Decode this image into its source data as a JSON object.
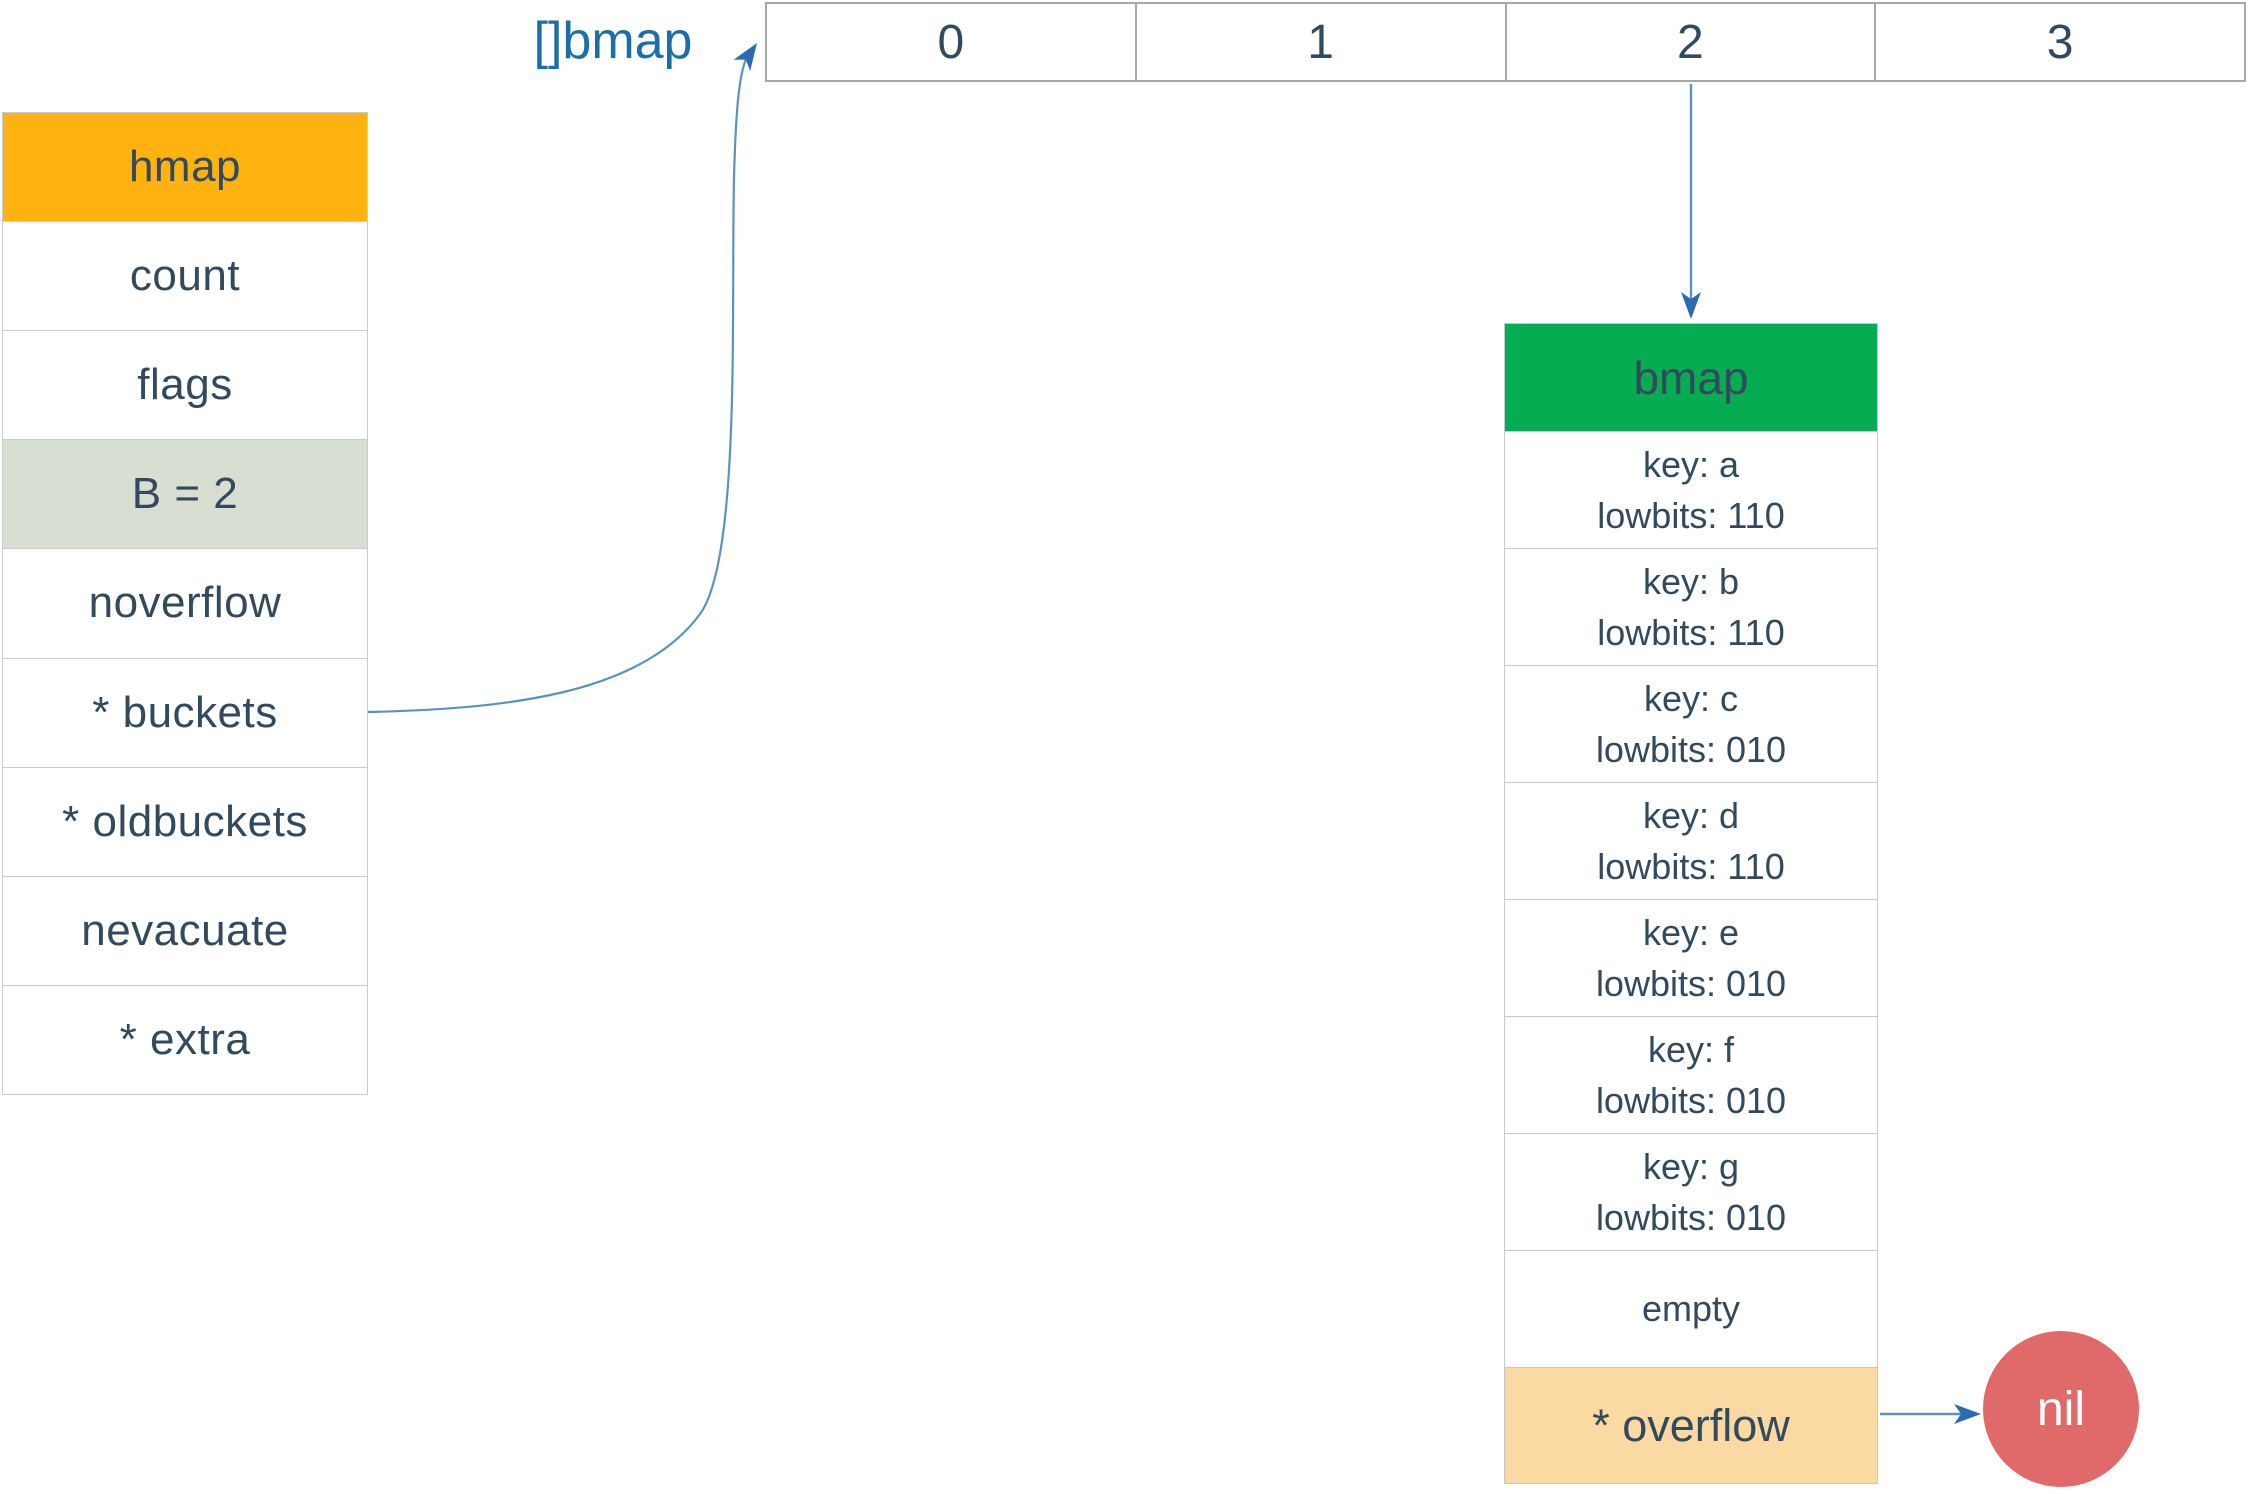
{
  "array_label": "[]bmap",
  "bucket_array": {
    "cells": [
      "0",
      "1",
      "2",
      "3"
    ]
  },
  "hmap_table": {
    "header": "hmap",
    "rows": [
      {
        "label": "count"
      },
      {
        "label": "flags"
      },
      {
        "label": "B = 2"
      },
      {
        "label": "noverflow"
      },
      {
        "label": "* buckets"
      },
      {
        "label": "* oldbuckets"
      },
      {
        "label": "nevacuate"
      },
      {
        "label": "* extra"
      }
    ]
  },
  "bmap_table": {
    "header": "bmap",
    "entries": [
      {
        "key": "key: a",
        "lowbits": "lowbits: 110"
      },
      {
        "key": "key: b",
        "lowbits": "lowbits: 110"
      },
      {
        "key": "key: c",
        "lowbits": "lowbits: 010"
      },
      {
        "key": "key: d",
        "lowbits": "lowbits: 110"
      },
      {
        "key": "key: e",
        "lowbits": "lowbits: 010"
      },
      {
        "key": "key: f",
        "lowbits": "lowbits: 010"
      },
      {
        "key": "key: g",
        "lowbits": "lowbits: 010"
      }
    ],
    "empty_row": "empty",
    "overflow_row": "* overflow"
  },
  "nil_label": "nil",
  "colors": {
    "hmap_header_bg": "#FFB310",
    "b_field_bg": "#D9DED3",
    "bmap_header_bg": "#06AC51",
    "overflow_bg": "#FBD9A2",
    "nil_bg": "#E06A6A",
    "arrow_line_blue": "#5E92BE",
    "arrow_head_blue": "#2A6CAD",
    "text_dark": "#33495C",
    "label_blue": "#1C6EA8"
  }
}
